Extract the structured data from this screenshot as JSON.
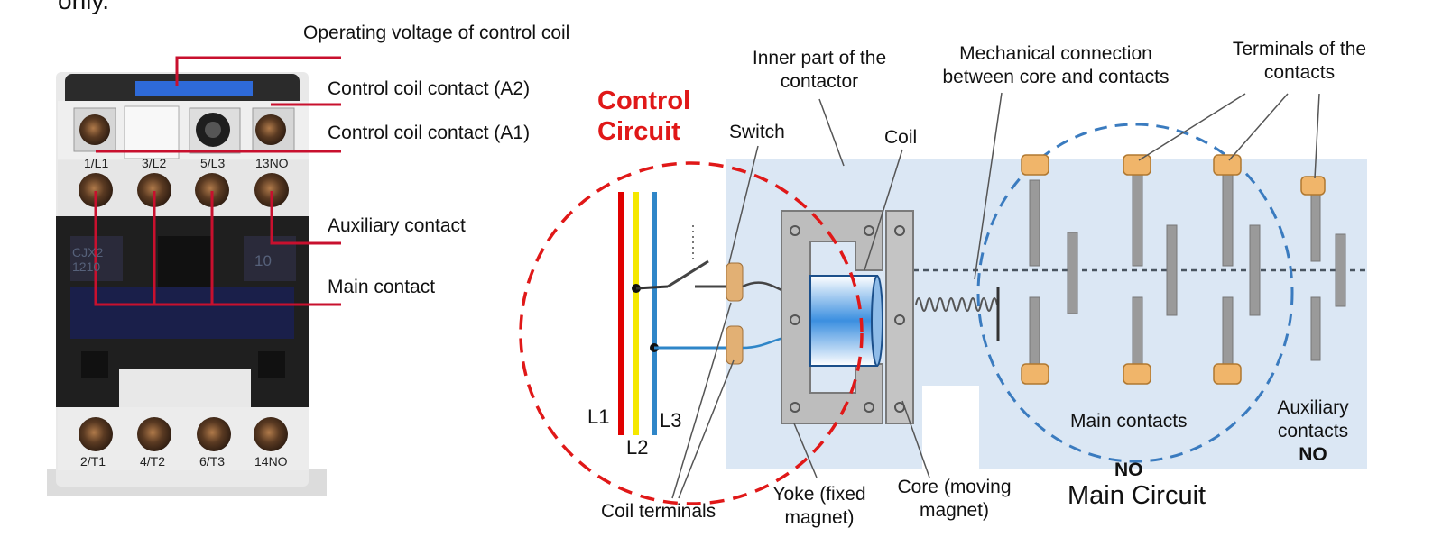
{
  "partial_top_text": "only.",
  "callouts": {
    "operating_voltage": "Operating voltage of control coil",
    "coil_a2": "Control coil contact (A2)",
    "coil_a1": "Control coil contact (A1)",
    "auxiliary": "Auxiliary contact",
    "main": "Main contact"
  },
  "device": {
    "top_terminals": [
      "1/L1",
      "3/L2",
      "5/L3",
      "13NO"
    ],
    "bottom_terminals": [
      "2/T1",
      "4/T2",
      "6/T3",
      "14NO"
    ],
    "model_text": "CJX2 1210",
    "aux_code": "10"
  },
  "diagram": {
    "control_circuit": [
      "Control",
      "Circuit"
    ],
    "switch": "Switch",
    "inner_part": [
      "Inner part of the",
      "contactor"
    ],
    "coil": "Coil",
    "mechanical": [
      "Mechanical connection",
      "between core and contacts"
    ],
    "terminals": [
      "Terminals of the",
      "contacts"
    ],
    "l1": "L1",
    "l2": "L2",
    "l3": "L3",
    "coil_terminals": "Coil terminals",
    "yoke": [
      "Yoke (fixed",
      "magnet)"
    ],
    "core": [
      "Core (moving",
      "magnet)"
    ],
    "main_contacts": "Main contacts",
    "main_no": "NO",
    "main_circuit": "Main Circuit",
    "auxiliary": [
      "Auxiliary",
      "contacts"
    ],
    "aux_no": "NO"
  },
  "colors": {
    "callout_line": "#c8102e",
    "control_circuit": "#e01818",
    "main_circle": "#3a7bbf",
    "panel": "#dbe7f4",
    "l1": "#e00000",
    "l2": "#f5e800",
    "l3": "#2f86c8"
  }
}
